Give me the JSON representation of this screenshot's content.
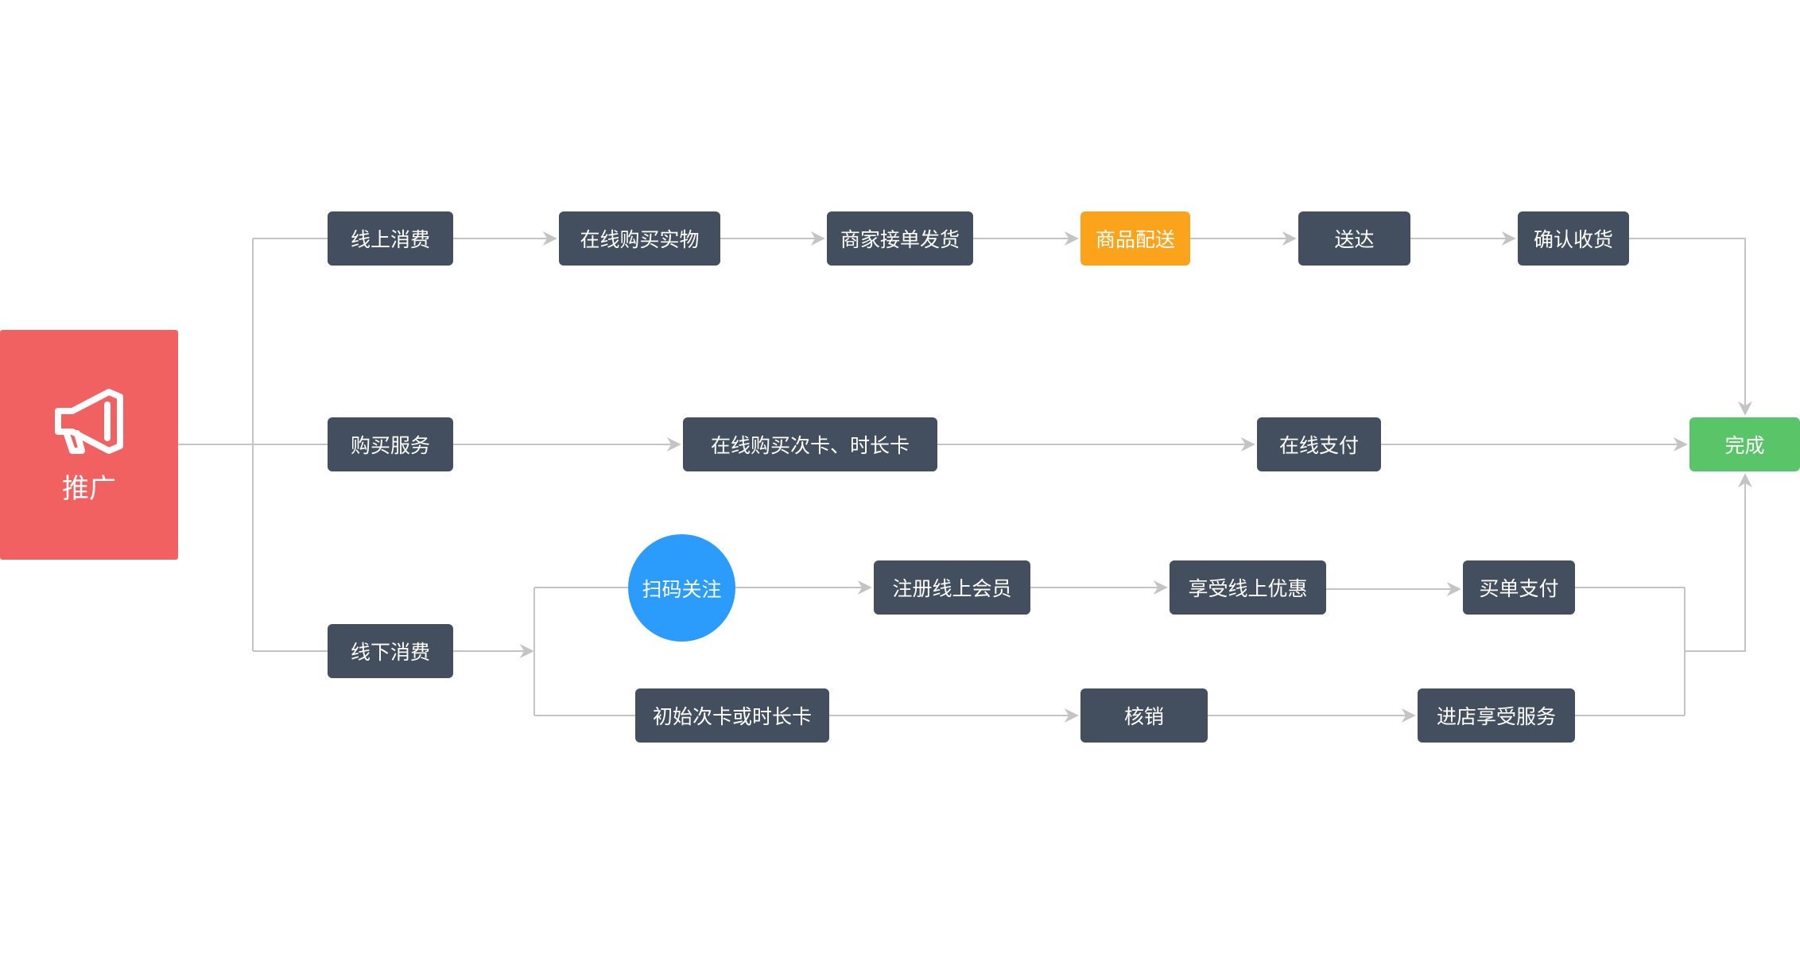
{
  "start": {
    "icon": "megaphone-icon",
    "label": "推广"
  },
  "online": {
    "branch": "线上消费",
    "steps": [
      "在线购买实物",
      "商家接单发货",
      "商品配送",
      "送达",
      "确认收货"
    ]
  },
  "service": {
    "branch": "购买服务",
    "steps": [
      "在线购买次卡、时长卡",
      "在线支付"
    ]
  },
  "offline": {
    "branch": "线下消费",
    "row1": [
      "扫码关注",
      "注册线上会员",
      "享受线上优惠",
      "买单支付"
    ],
    "row2": [
      "初始次卡或时长卡",
      "核销",
      "进店享受服务"
    ]
  },
  "end": {
    "label": "完成"
  },
  "colors": {
    "start": "#f26161",
    "node": "#434f5e",
    "highlight": "#fca31c",
    "circle": "#2b9cfb",
    "done": "#5ac568",
    "line": "#c4c4c4"
  }
}
